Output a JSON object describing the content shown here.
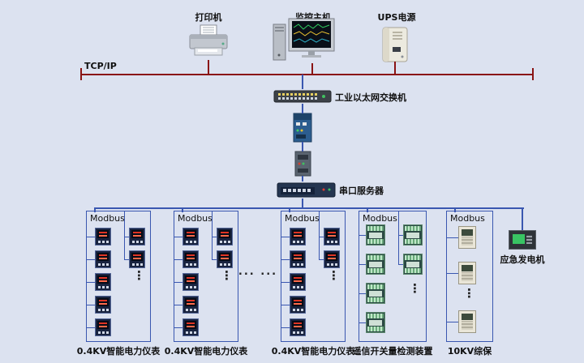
{
  "colors": {
    "bg": "#dce2f0",
    "bus": "#8a1414",
    "wire": "#3a57b0"
  },
  "top_devices": [
    {
      "name": "printer",
      "label": "打印机"
    },
    {
      "name": "monitor-host",
      "label": "监控主机"
    },
    {
      "name": "ups",
      "label": "UPS电源"
    }
  ],
  "network": {
    "bus_label": "TCP/IP",
    "switch_label": "工业以太网交换机",
    "serial_server_label": "串口服务器"
  },
  "groups": [
    {
      "protocol": "Modbus",
      "device": "meter",
      "bottom_label": "0.4KV智能电力仪表",
      "left_count": 5,
      "right_count": 2,
      "dots": "⋮"
    },
    {
      "protocol": "Modbus",
      "device": "meter",
      "bottom_label": "0.4KV智能电力仪表",
      "left_count": 5,
      "right_count": 2,
      "dots": "⋮"
    },
    {
      "protocol": "Modbus",
      "device": "meter",
      "bottom_label": "0.4KV智能电力仪表",
      "left_count": 5,
      "right_count": 2,
      "dots": "⋮"
    },
    {
      "protocol": "Modbus",
      "device": "io",
      "bottom_label": "遥信开关量检测装置",
      "left_count": 4,
      "right_count": 2,
      "dots": "⋮"
    },
    {
      "protocol": "Modbus",
      "device": "relay",
      "bottom_label": "10KV综保",
      "left_count": 2,
      "right_count": 0,
      "bottom_count": 1,
      "dots": "⋮"
    }
  ],
  "ellipsis_mid": "... ...",
  "emergency": {
    "label": "应急发电机"
  }
}
